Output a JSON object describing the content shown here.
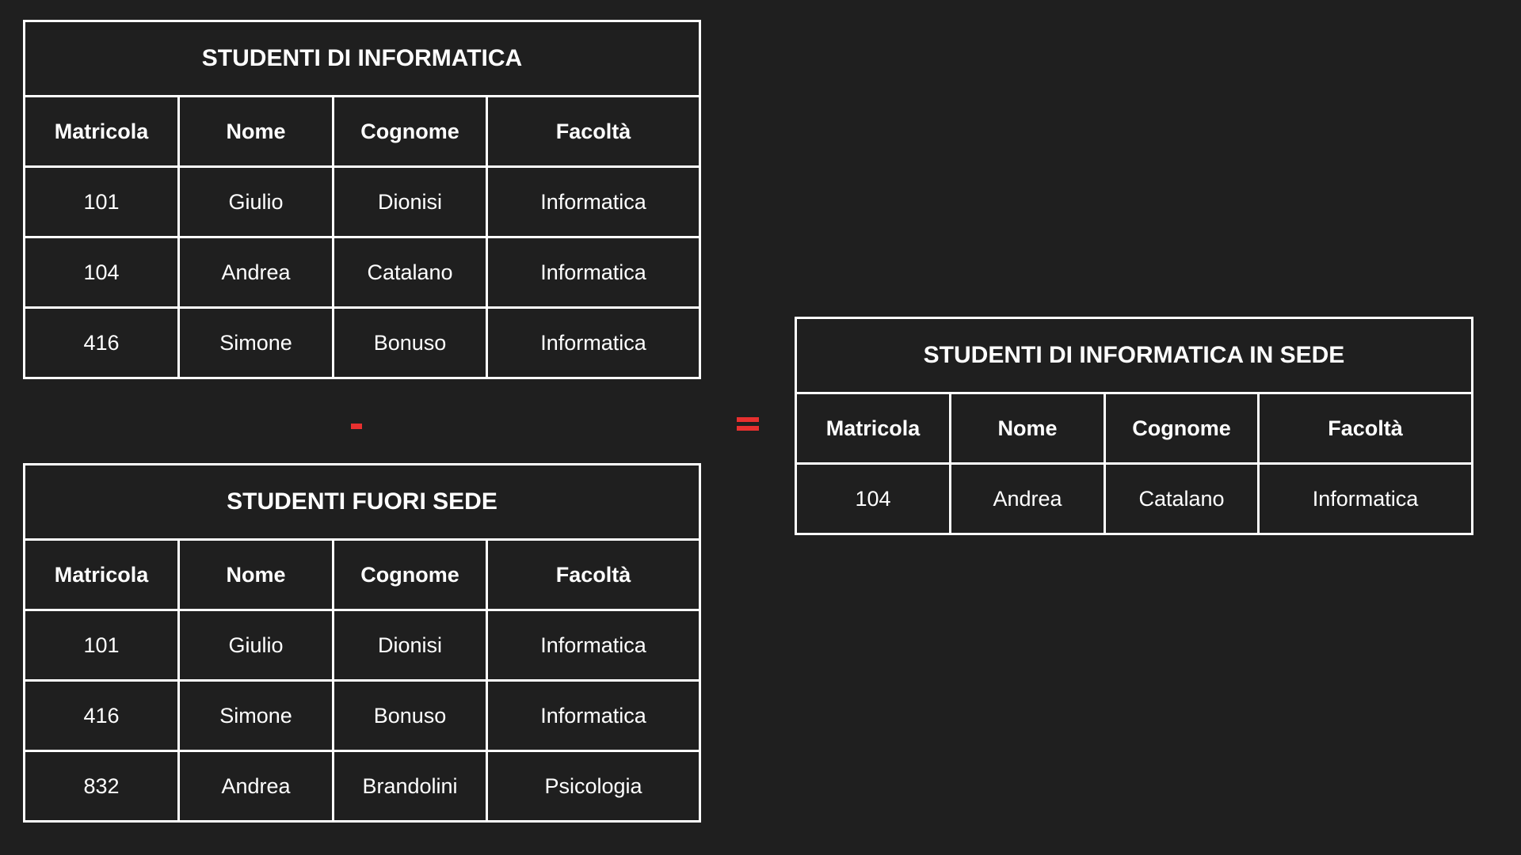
{
  "tables": [
    {
      "title": "STUDENTI DI INFORMATICA",
      "columns": [
        "Matricola",
        "Nome",
        "Cognome",
        "Facoltà"
      ],
      "rows": [
        [
          "101",
          "Giulio",
          "Dionisi",
          "Informatica"
        ],
        [
          "104",
          "Andrea",
          "Catalano",
          "Informatica"
        ],
        [
          "416",
          "Simone",
          "Bonuso",
          "Informatica"
        ]
      ]
    },
    {
      "title": "STUDENTI FUORI SEDE",
      "columns": [
        "Matricola",
        "Nome",
        "Cognome",
        "Facoltà"
      ],
      "rows": [
        [
          "101",
          "Giulio",
          "Dionisi",
          "Informatica"
        ],
        [
          "416",
          "Simone",
          "Bonuso",
          "Informatica"
        ],
        [
          "832",
          "Andrea",
          "Brandolini",
          "Psicologia"
        ]
      ]
    },
    {
      "title": "STUDENTI DI INFORMATICA IN SEDE",
      "columns": [
        "Matricola",
        "Nome",
        "Cognome",
        "Facoltà"
      ],
      "rows": [
        [
          "104",
          "Andrea",
          "Catalano",
          "Informatica"
        ]
      ]
    }
  ],
  "operators": {
    "minus": "-",
    "equals": "="
  },
  "colors": {
    "background": "#1f1f1f",
    "border": "#ffffff",
    "operator": "#e8302f"
  }
}
